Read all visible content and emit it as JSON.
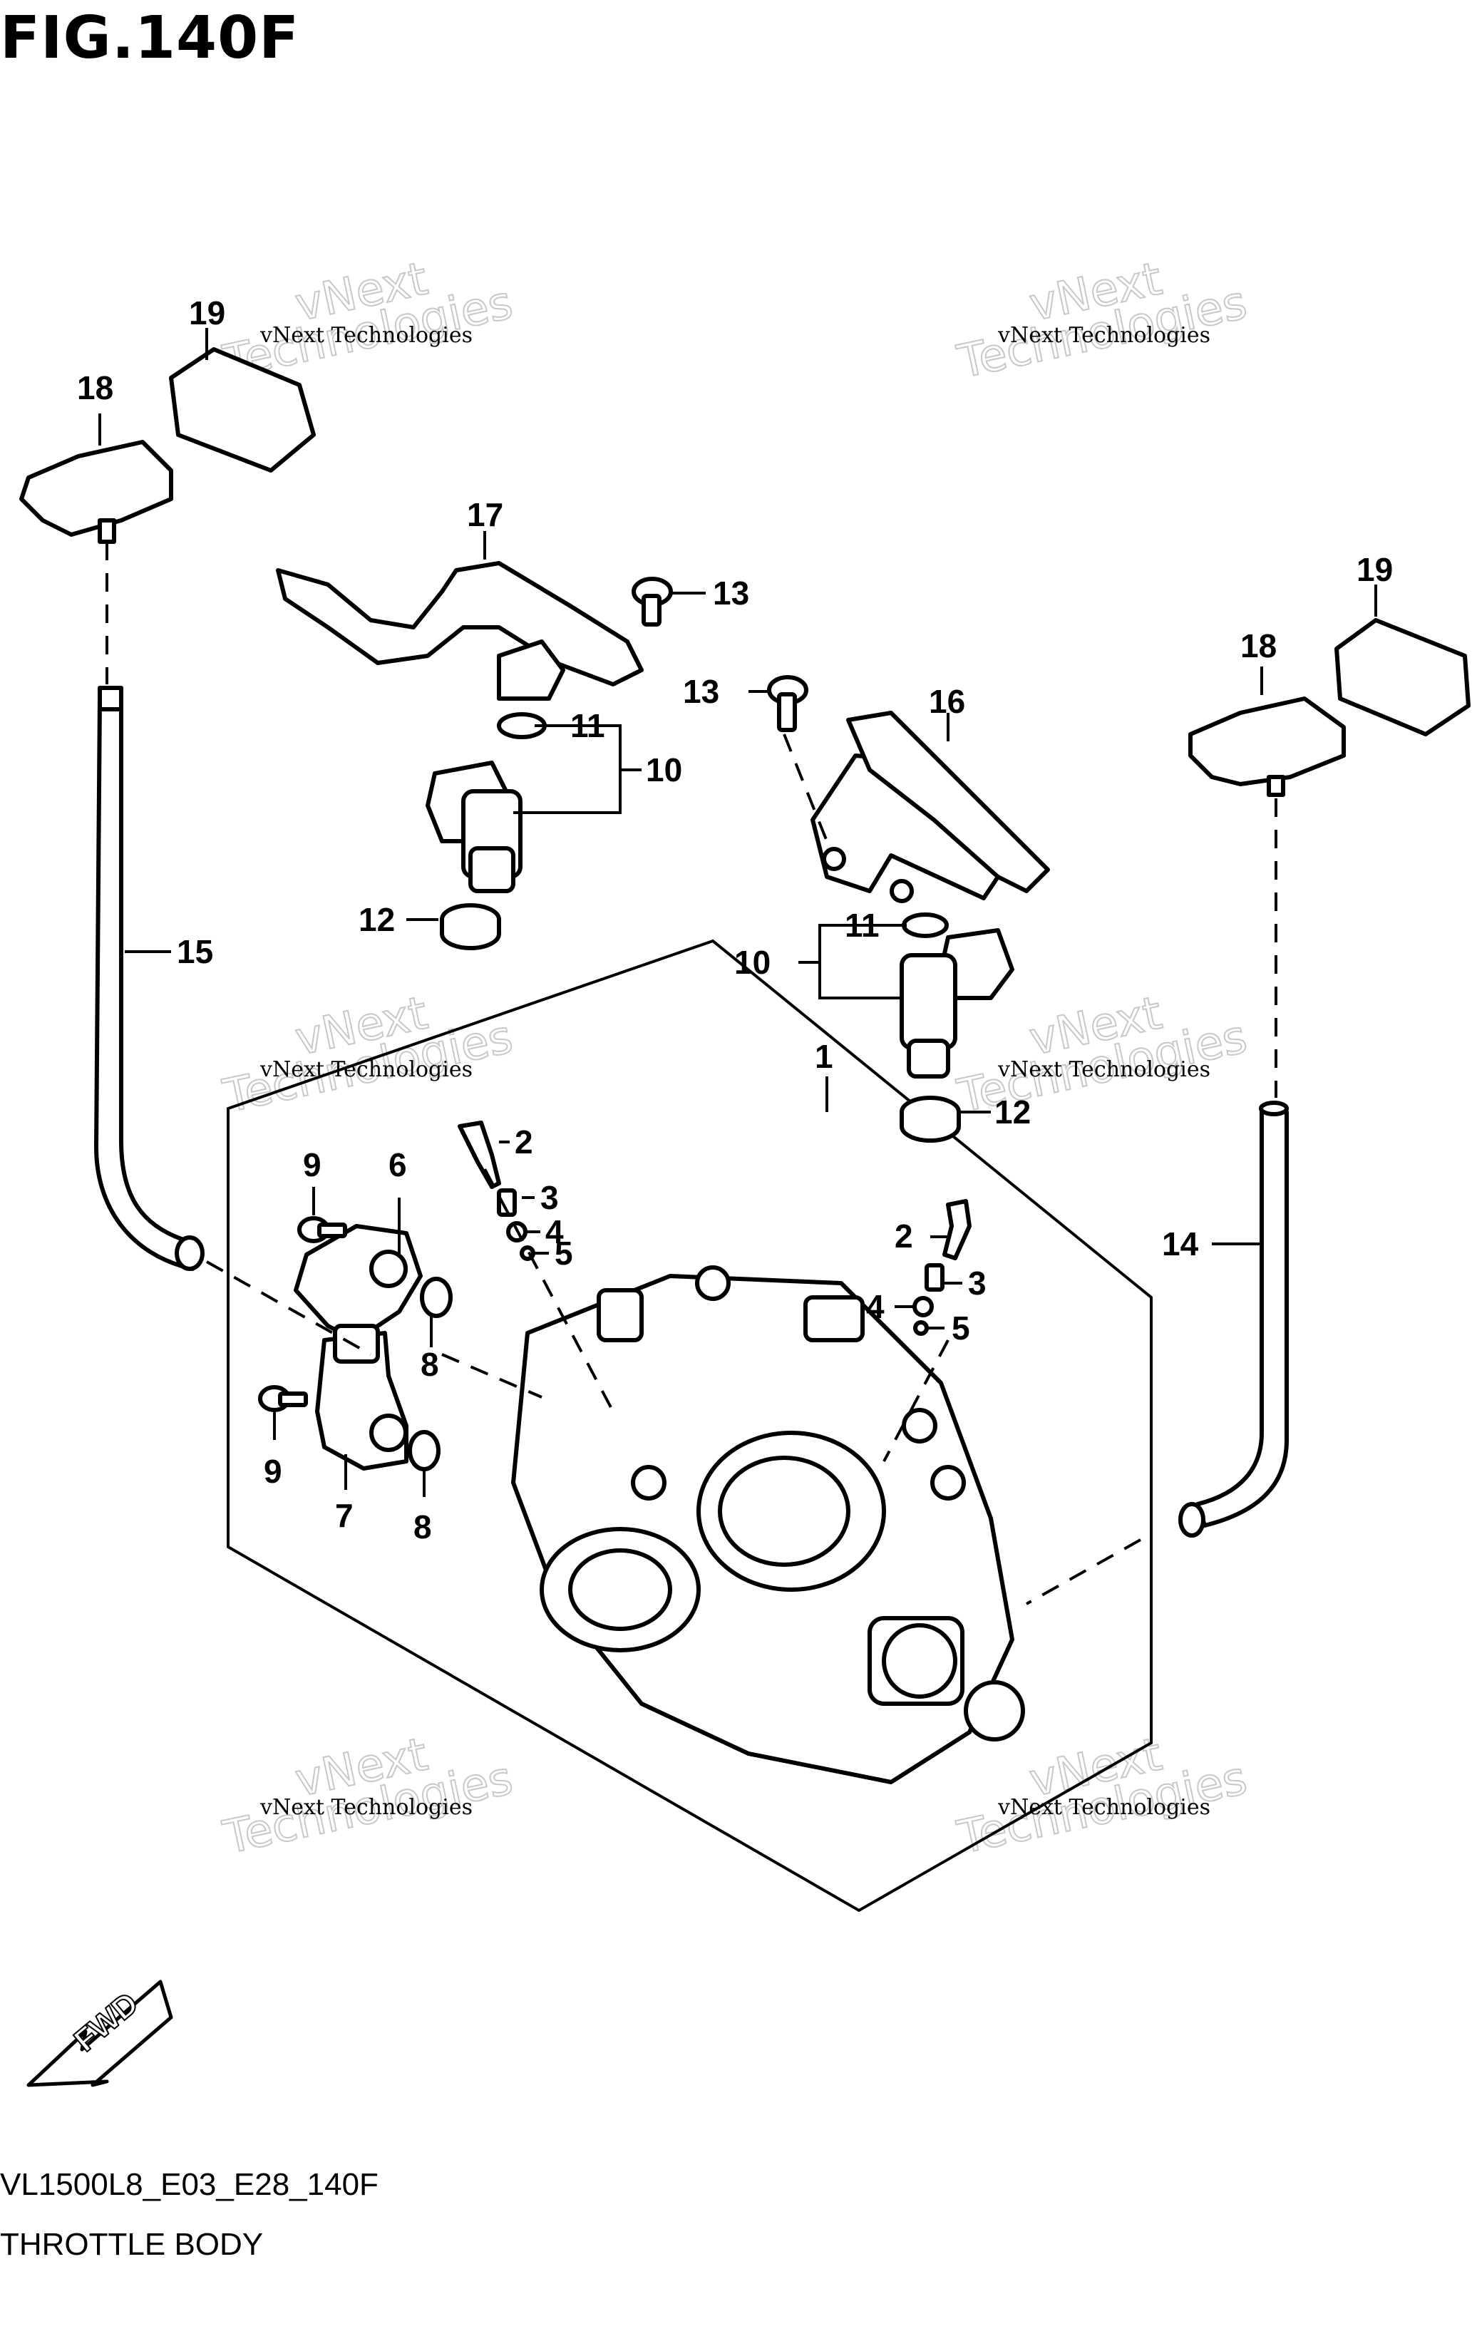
{
  "figure": {
    "title": "FIG.140F",
    "code": "VL1500L8_E03_E28_140F",
    "name": "THROTTLE BODY"
  },
  "watermark": {
    "line1": "vNext Technologies",
    "line2": "vNext",
    "line3": "Technologies"
  },
  "callouts": {
    "c1": "1",
    "c2a": "2",
    "c2b": "2",
    "c3a": "3",
    "c3b": "3",
    "c4a": "4",
    "c4b": "4",
    "c5a": "5",
    "c5b": "5",
    "c6": "6",
    "c7": "7",
    "c8a": "8",
    "c8b": "8",
    "c9a": "9",
    "c9b": "9",
    "c10a": "10",
    "c10b": "10",
    "c11a": "11",
    "c11b": "11",
    "c12a": "12",
    "c12b": "12",
    "c13a": "13",
    "c13b": "13",
    "c14": "14",
    "c15": "15",
    "c16": "16",
    "c17": "17",
    "c18a": "18",
    "c18b": "18",
    "c19a": "19",
    "c19b": "19"
  },
  "fwd_label": "FWD"
}
